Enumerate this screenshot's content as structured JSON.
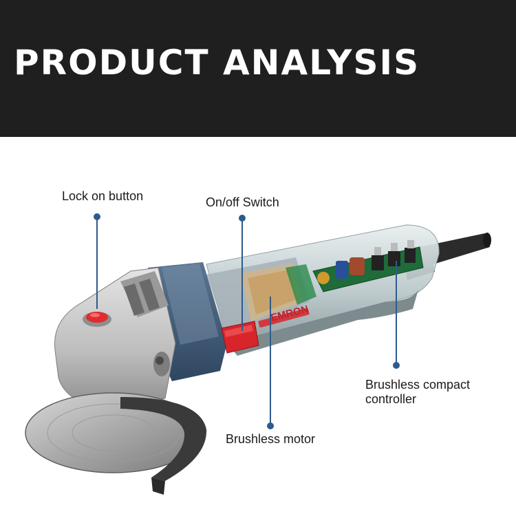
{
  "header": {
    "title": "PRODUCT ANALYSIS"
  },
  "product": {
    "brand_mark": "EMRON",
    "image": "angle-grinder-cutaway"
  },
  "callouts": {
    "lock_button": {
      "label": "Lock on button"
    },
    "onoff_switch": {
      "label": "On/off Switch"
    },
    "motor": {
      "label": "Brushless motor"
    },
    "controller": {
      "label_line1": "Brushless compact",
      "label_line2": "controller"
    }
  },
  "colors": {
    "header_bg": "#1f1f1f",
    "leader_line": "#2d5b8c",
    "housing_blue": "#3d5775",
    "switch_red": "#d8252a",
    "gear_head_silver": "#c9c9c9"
  }
}
